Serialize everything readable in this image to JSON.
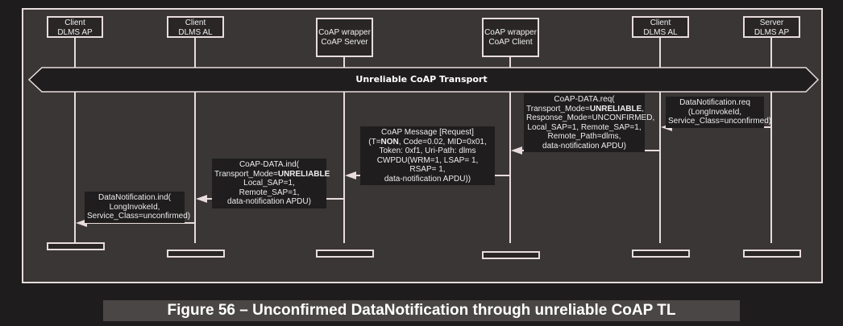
{
  "participants": [
    {
      "line1": "Client",
      "line2": "DLMS AP"
    },
    {
      "line1": "Client",
      "line2": "DLMS AL"
    },
    {
      "line1": "CoAP wrapper",
      "line2": "CoAP Server"
    },
    {
      "line1": "CoAP wrapper",
      "line2": "CoAP Client"
    },
    {
      "line1": "Client",
      "line2": "DLMS AL"
    },
    {
      "line1": "Server",
      "line2": "DLMS AP"
    }
  ],
  "transport_label": "Unreliable CoAP Transport",
  "messages": {
    "m1": {
      "l1": "DataNotification.req",
      "l2": "(LongInvokeId,",
      "l3": "Service_Class=unconfirmed)"
    },
    "m2": {
      "l1": "CoAP-DATA.req(",
      "l2a": "Transport_Mode=",
      "l2b": "UNRELIABLE",
      "l2c": ",",
      "l3": "Response_Mode=UNCONFIRMED,",
      "l4": "Local_SAP=1, Remote_SAP=1,",
      "l5": "Remote_Path=dlms,",
      "l6": "data-notification APDU)"
    },
    "m3": {
      "l1": "CoAP Message [Request]",
      "l2a": "(T=",
      "l2b": "NON",
      "l2c": ", Code=0.02, MID=0x01,",
      "l3": "Token: 0xf1, Uri-Path: dlms",
      "l4": "CWPDU(WRM=1, LSAP= 1, RSAP= 1,",
      "l5": "data-notification APDU))"
    },
    "m4": {
      "l1": "CoAP-DATA.ind(",
      "l2a": "Transport_Mode=",
      "l2b": "UNRELIABLE",
      "l3": "Local_SAP=1, Remote_SAP=1,",
      "l4": "data-notification APDU)"
    },
    "m5": {
      "l1": "DataNotification.ind(",
      "l2": "LongInvokeId,",
      "l3": "Service_Class=unconfirmed)"
    }
  },
  "caption": "Figure 56 – Unconfirmed DataNotification through unreliable CoAP TL"
}
